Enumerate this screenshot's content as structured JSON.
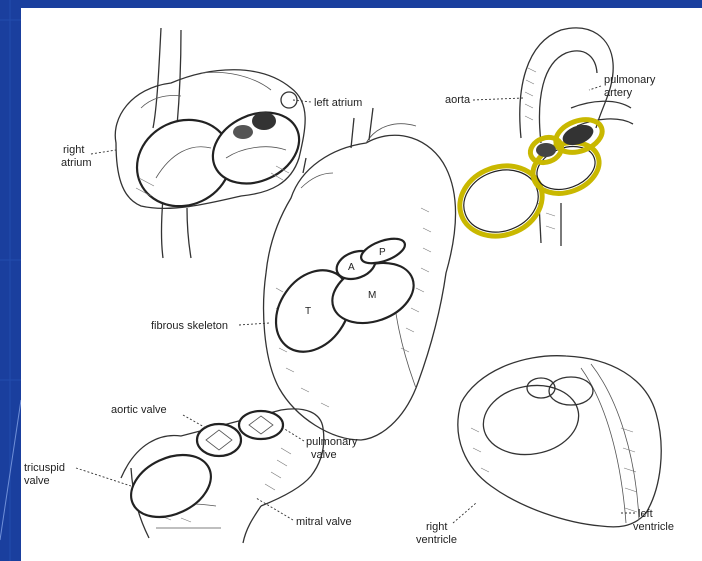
{
  "colors": {
    "slide_background": "#1a3f9e",
    "panel_background": "#ffffff",
    "highlight_ring": "#c9b800"
  },
  "labels": {
    "left_atrium": "left atrium",
    "right_atrium_line1": "right",
    "right_atrium_line2": "atrium",
    "aorta": "aorta",
    "pulmonary_artery_line1": "pulmonary",
    "pulmonary_artery_line2": "artery",
    "fibrous_skeleton": "fibrous skeleton",
    "ring_a": "A",
    "ring_p": "P",
    "ring_m": "M",
    "ring_t": "T",
    "aortic_valve": "aortic valve",
    "pulmonary_valve_line1": "pulmonary",
    "pulmonary_valve_line2": "valve",
    "tricuspid_valve_line1": "tricuspid",
    "tricuspid_valve_line2": "valve",
    "mitral_valve": "mitral valve",
    "right_ventricle_line1": "right",
    "right_ventricle_line2": "ventricle",
    "left_ventricle_line1": "left",
    "left_ventricle_line2": "ventricle"
  }
}
